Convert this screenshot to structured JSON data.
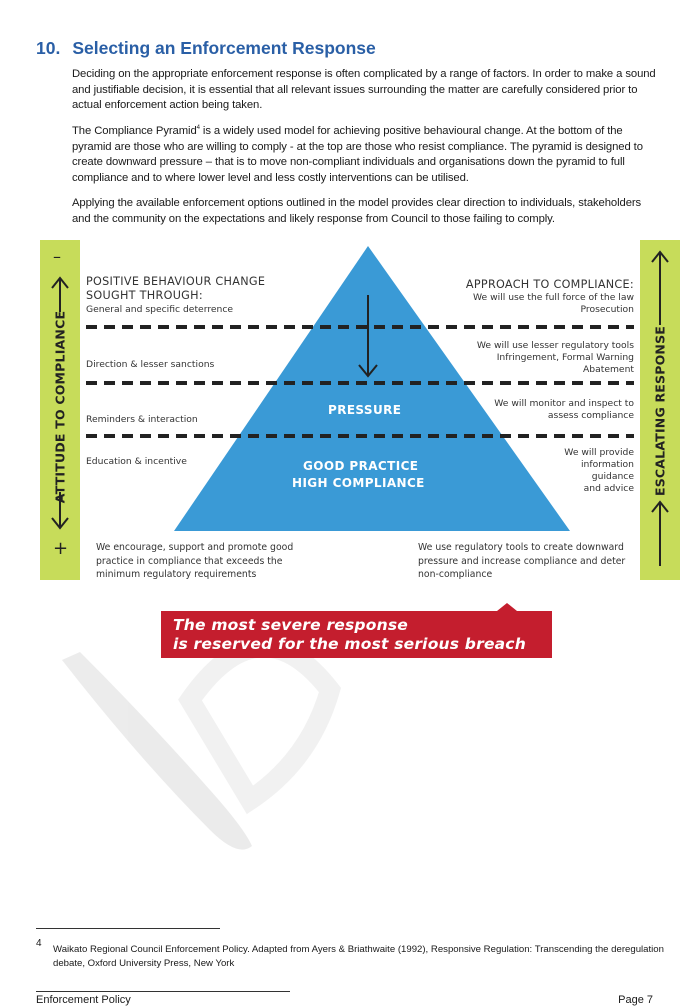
{
  "section": {
    "number": "10.",
    "title": "Selecting an Enforcement Response"
  },
  "paragraphs": {
    "p1": "Deciding on the appropriate enforcement response is often complicated by a range of factors.  In order to make a sound and justifiable decision, it is essential that all relevant issues surrounding the matter are carefully considered prior to actual enforcement action being taken.",
    "p2_before": "The Compliance Pyramid",
    "p2_ref": "4",
    "p2_after": " is a widely used model for achieving positive behavioural change.  At the bottom of the pyramid are those who are willing to comply - at the top are those who resist compliance. The pyramid is designed to create downward pressure – that is to move non-compliant individuals and organisations down the pyramid to full compliance and to where lower level and less costly interventions can be utilised.",
    "p3": "Applying the available enforcement options outlined in the model provides clear direction to individuals, stakeholders and the community on the expectations and likely response from Council to those failing to comply."
  },
  "diagram": {
    "left_sidebar": "ATTITUDE TO COMPLIANCE",
    "left_sidebar_top_symbol": "–",
    "left_sidebar_bottom_symbol": "+",
    "right_sidebar": "ESCALATING RESPONSE",
    "left_heading_1": "POSITIVE BEHAVIOUR CHANGE",
    "left_heading_2": "SOUGHT THROUGH:",
    "left_levels": [
      "General and specific deterrence",
      "Direction & lesser sanctions",
      "Reminders & interaction",
      "Education & incentive"
    ],
    "right_heading": "APPROACH TO COMPLIANCE:",
    "right_levels": [
      [
        "We will use the full force of the law",
        "Prosecution"
      ],
      [
        "We will use lesser regulatory tools",
        "Infringement, Formal Warning",
        "Abatement"
      ],
      [
        "We will monitor and inspect to",
        "assess compliance"
      ],
      [
        "We will provide",
        "information",
        "guidance",
        "and advice"
      ]
    ],
    "pyramid_pressure": "PRESSURE",
    "pyramid_good_1": "GOOD PRACTICE",
    "pyramid_good_2": "HIGH COMPLIANCE",
    "bottom_left": "We encourage, support and promote good practice in compliance that exceeds the minimum regulatory requirements",
    "bottom_right": "We use regulatory tools to create downward pressure and increase compliance and deter non-compliance",
    "banner_1": "The most severe response",
    "banner_2": "is reserved for the most serious breach",
    "colors": {
      "pyramid": "#3a9ad6",
      "sidebar": "#c7dc5a",
      "banner": "#c41e2e",
      "heading": "#2a5fa6"
    }
  },
  "footnote": {
    "number": "4",
    "text": "Waikato Regional Council Enforcement Policy.  Adapted from Ayers & Briathwaite (1992), Responsive Regulation: Transcending the deregulation debate, Oxford University Press, New York"
  },
  "footer": {
    "left": "Enforcement Policy",
    "right": "Page 7"
  }
}
